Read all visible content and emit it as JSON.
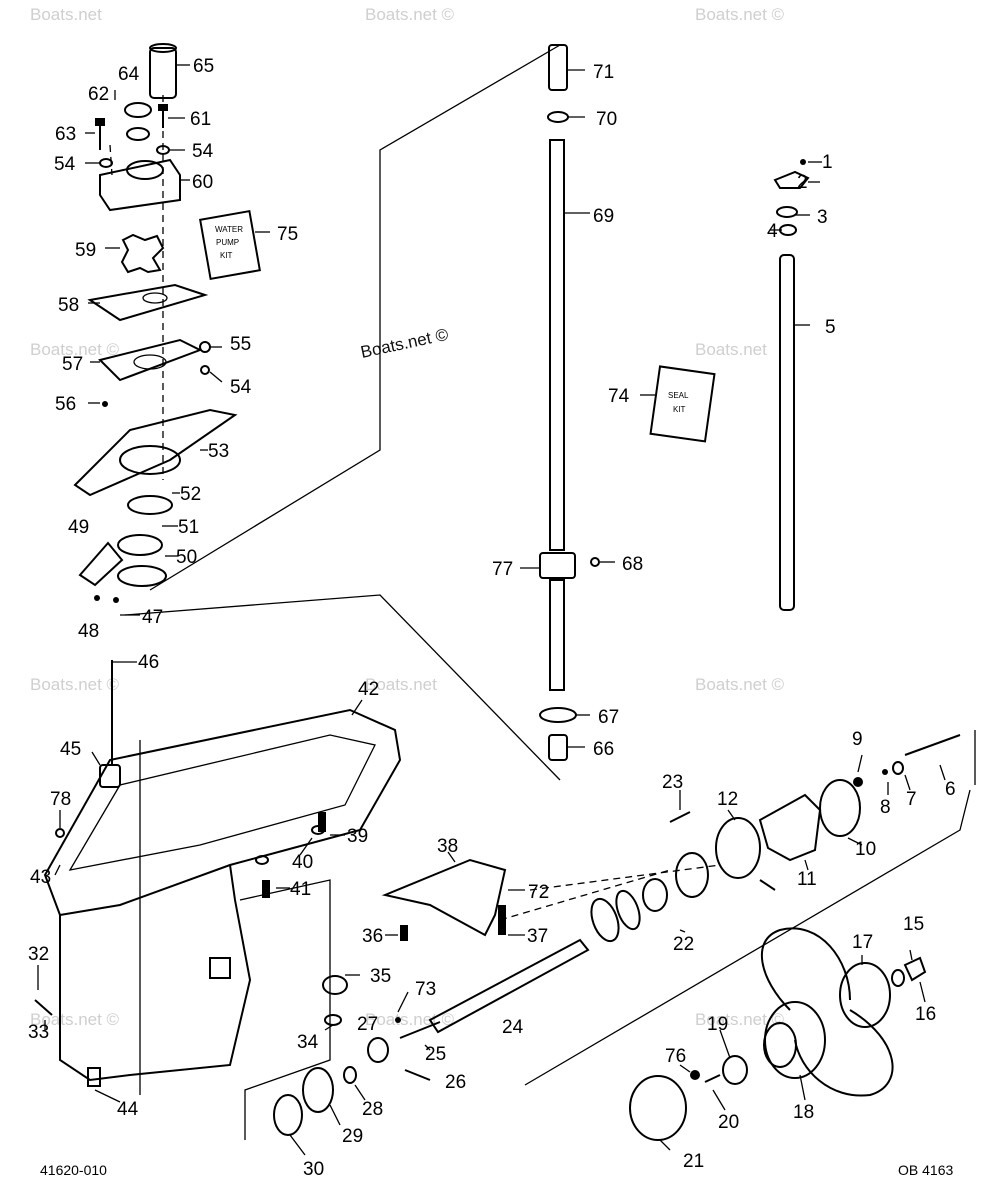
{
  "watermarks": [
    "Boats.net",
    "Boats.net ©",
    "Boats.net ©",
    "Boats.net ©",
    "Boats.net",
    "Boats.net ©",
    "Boats.net",
    "Boats.net ©",
    "Boats.net ©",
    "Boats.net ©",
    "Boats.net ©"
  ],
  "center_watermark": "Boats.net ©",
  "kits": {
    "water_pump_kit": [
      "WATER",
      "PUMP",
      "KIT"
    ],
    "seal_kit": [
      "SEAL",
      "KIT"
    ]
  },
  "part_numbers": [
    "1",
    "2",
    "3",
    "4",
    "5",
    "6",
    "7",
    "8",
    "9",
    "10",
    "11",
    "12",
    "15",
    "16",
    "17",
    "18",
    "19",
    "20",
    "21",
    "22",
    "23",
    "24",
    "25",
    "26",
    "27",
    "28",
    "29",
    "30",
    "32",
    "33",
    "34",
    "35",
    "36",
    "37",
    "38",
    "39",
    "40",
    "41",
    "42",
    "43",
    "44",
    "45",
    "46",
    "47",
    "48",
    "49",
    "50",
    "51",
    "52",
    "53",
    "54",
    "54",
    "54",
    "55",
    "56",
    "57",
    "58",
    "59",
    "60",
    "61",
    "62",
    "63",
    "64",
    "65",
    "66",
    "67",
    "68",
    "69",
    "70",
    "71",
    "72",
    "73",
    "74",
    "75",
    "76",
    "77",
    "78"
  ],
  "footer": {
    "left_code": "41620-010",
    "right_code": "OB 4163"
  }
}
